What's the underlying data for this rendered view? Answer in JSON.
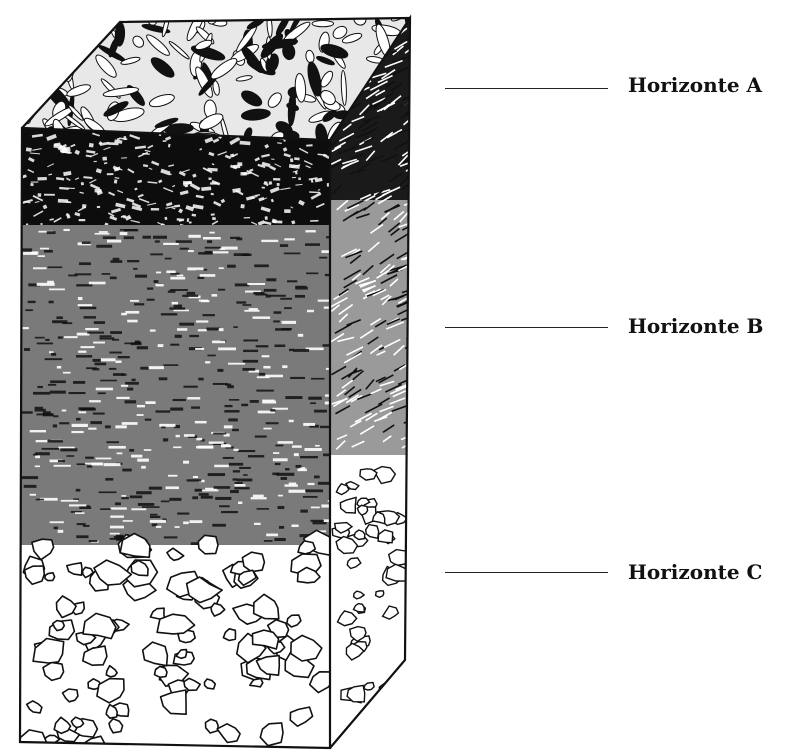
{
  "diagram": {
    "horizons": [
      {
        "id": "A",
        "label": "Horizonte A"
      },
      {
        "id": "B",
        "label": "Horizonte B"
      },
      {
        "id": "C",
        "label": "Horizonte C"
      }
    ]
  },
  "colors": {
    "ink": "#111111",
    "paper": "#ffffff",
    "humus": "#0d0d0d",
    "subsoil": "#5a5a5a"
  }
}
